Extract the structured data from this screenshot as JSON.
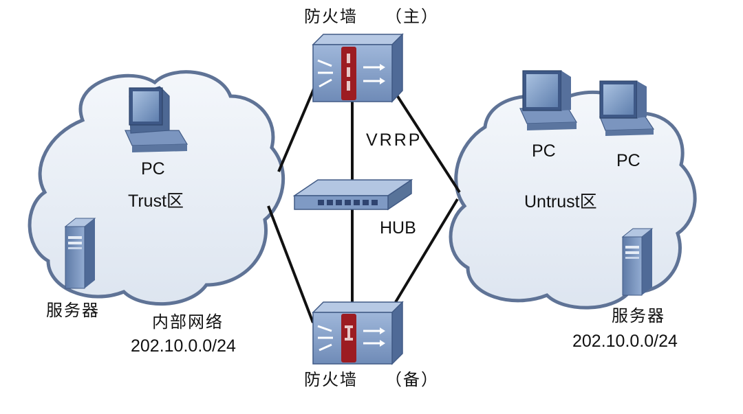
{
  "firewall_main": {
    "name": "防火墙",
    "role": "（主）"
  },
  "firewall_backup": {
    "name": "防火墙",
    "role": "（备）"
  },
  "protocol_label": "VRRP",
  "hub_label": "HUB",
  "trust_zone": {
    "pc_label": "PC",
    "zone_label": "Trust区",
    "server_label": "服务器",
    "network_label": "内部网络",
    "network_address": "202.10.0.0/24"
  },
  "untrust_zone": {
    "pc1_label": "PC",
    "pc2_label": "PC",
    "zone_label": "Untrust区",
    "server_label": "服务器",
    "network_address": "202.10.0.0/24"
  },
  "colors": {
    "cloud_fill": "#e9eef6",
    "cloud_stroke": "#5f7396",
    "device_blue": "#7f9ac4",
    "firewall_red": "#9c1c22",
    "link": "#111111"
  }
}
